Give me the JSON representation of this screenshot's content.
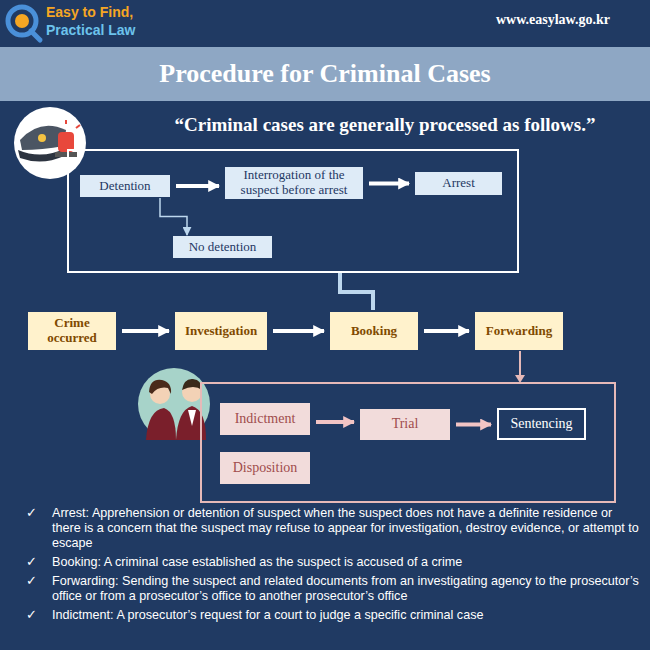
{
  "diagram": {
    "title": "Procedure for Criminal Cases",
    "caption": "“Criminal cases are generally processed as follows.”",
    "nodes": [
      {
        "text": [
          "Detention"
        ]
      },
      {
        "text": [
          "Interrogation of the suspect before arrest"
        ]
      },
      {
        "text": [
          "Arrest"
        ]
      },
      {
        "text": [
          "No detention"
        ]
      },
      {
        "text": [
          "Crime occurred"
        ]
      },
      {
        "text": [
          "Investigation"
        ]
      },
      {
        "text": [
          "Booking"
        ]
      },
      {
        "text": [
          "Forwarding"
        ]
      },
      {
        "text": [
          "Indictment"
        ]
      },
      {
        "text": [
          "Trial"
        ]
      },
      {
        "text": [
          "Sentencing"
        ]
      },
      {
        "text": [
          "Disposition"
        ]
      }
    ],
    "edges": [
      {
        "from": 0,
        "to": 1,
        "arrow": "to"
      },
      {
        "from": 1,
        "to": 2,
        "arrow": "to"
      },
      {
        "from": 0,
        "to": 3,
        "arrow": "to"
      },
      {
        "from": 4,
        "to": 5,
        "arrow": "to"
      },
      {
        "from": 5,
        "to": 6,
        "arrow": "to"
      },
      {
        "from": 6,
        "to": 7,
        "arrow": "to"
      },
      {
        "from": 8,
        "to": 9,
        "arrow": "to"
      },
      {
        "from": 9,
        "to": 10,
        "arrow": "to"
      }
    ],
    "labels": [
      "Easy to Find,",
      "Practical Law",
      "www.easylaw.go.kr",
      "✓",
      "Arrest: Apprehension or detention of suspect when the suspect does not have a definite residence or there is a concern that the suspect may refuse to appear for investigation, destroy evidence, or attempt to escape",
      "✓",
      "Booking: A criminal case established as the suspect is accused of a crime",
      "✓",
      "Forwarding: Sending the suspect and related documents from an investigating agency to the prosecutor’s office or from a prosecutor’s office to another prosecutor’s office",
      "✓",
      "Indictment: A prosecutor’s request for a court to judge a specific criminal case"
    ]
  }
}
